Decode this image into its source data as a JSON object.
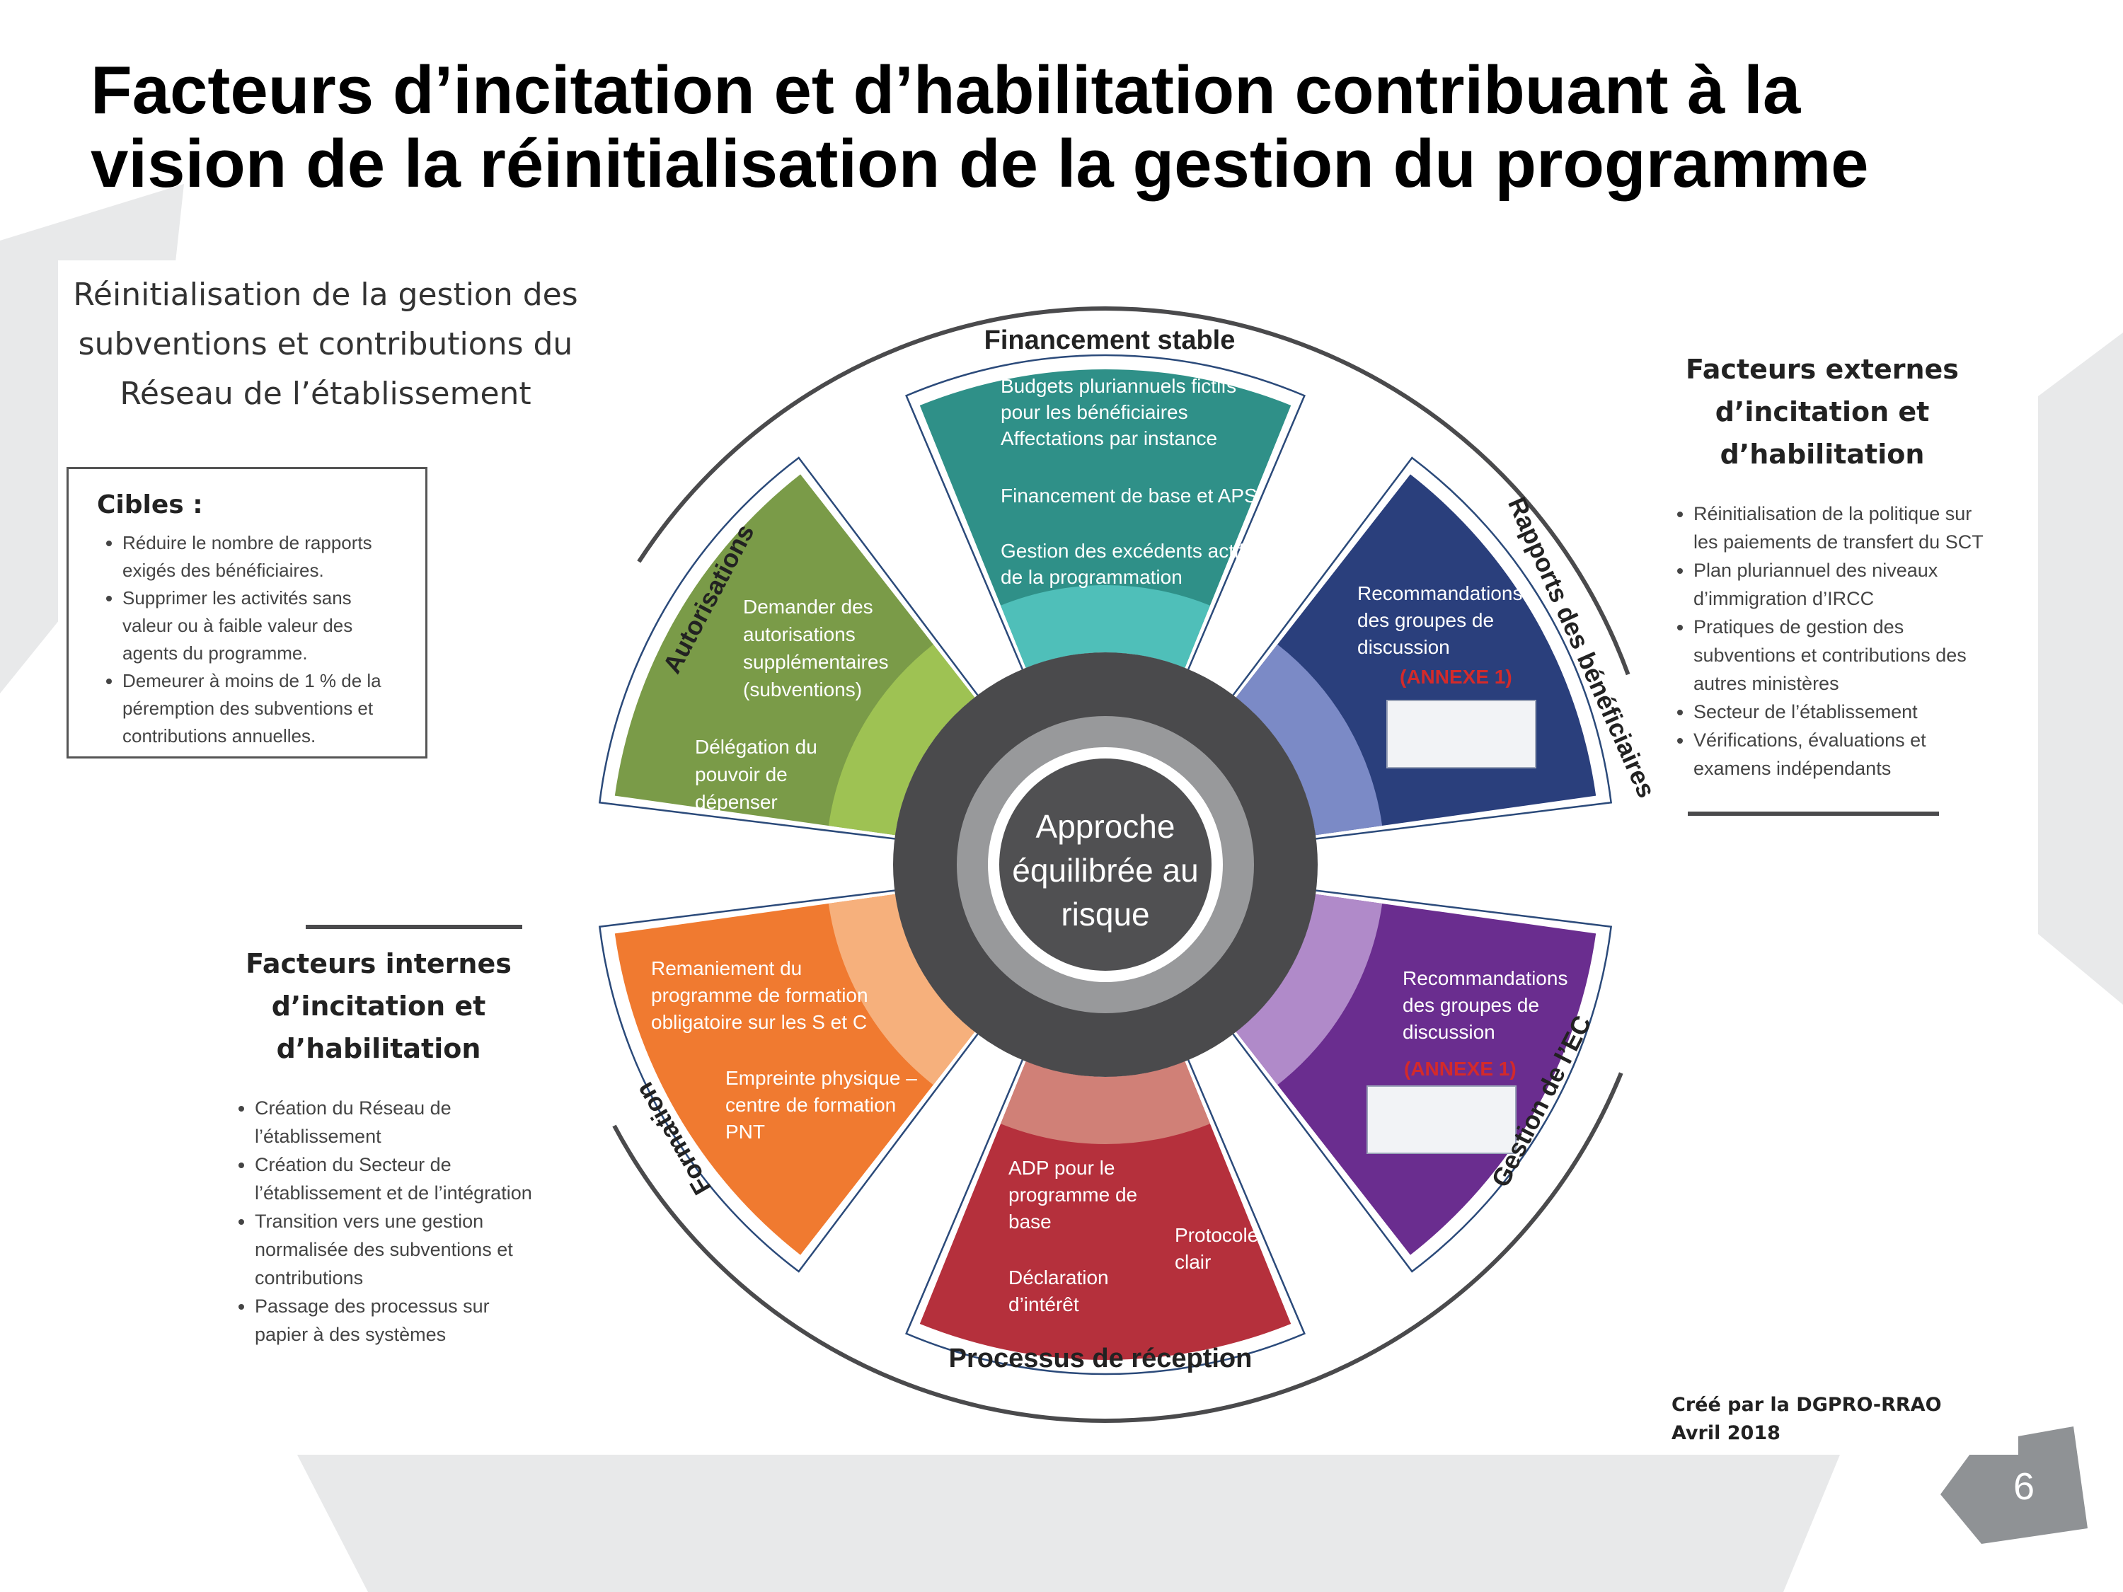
{
  "title": {
    "line1": "Facteurs d’incitation et d’habilitation contribuant à la",
    "line2": "vision de la réinitialisation de la gestion du programme"
  },
  "subtitle": {
    "line1": "Réinitialisation de la gestion des",
    "line2": "subventions et contributions du",
    "line3": "Réseau de l’établissement"
  },
  "targets": {
    "heading": "Cibles :",
    "items": [
      "Réduire le nombre de rapports exigés des bénéficiaires.",
      "Supprimer les activités sans valeur ou à faible valeur des agents du programme.",
      "Demeurer à moins de 1 % de la péremption des subventions et contributions annuelles."
    ]
  },
  "external_factors": {
    "heading_line1": "Facteurs externes",
    "heading_line2": "d’incitation et",
    "heading_line3": "d’habilitation",
    "items": [
      "Réinitialisation de la politique sur les paiements de transfert du SCT",
      "Plan pluriannuel des niveaux d’immigration d’IRCC",
      "Pratiques de gestion des subventions et contributions des autres ministères",
      "Secteur de l’établissement",
      "Vérifications, évaluations et examens indépendants"
    ]
  },
  "internal_factors": {
    "heading_line1": "Facteurs internes",
    "heading_line2": "d’incitation et",
    "heading_line3": "d’habilitation",
    "items": [
      "Création du Réseau de l’établissement",
      "Création du Secteur de l’établissement et de l’intégration",
      "Transition vers une gestion normalisée des subventions et contributions",
      "Passage des processus sur papier à des systèmes"
    ]
  },
  "wheel": {
    "center": {
      "line1": "Approche",
      "line2": "équilibrée au",
      "line3": "risque"
    },
    "segments": {
      "financement": {
        "label": "Financement stable",
        "color": "#2f9088",
        "color2": "#4fbfb9",
        "lines": [
          "Budgets pluriannuels fictifs",
          "pour les bénéficiaires",
          "Affectations par instance",
          "Financement de base et APS",
          "Gestion des excédents  actifs",
          "de la programmation"
        ]
      },
      "rapports": {
        "label": "Rapports des bénéficiaires",
        "color": "#2a3f7c",
        "color2": "#7b8ac6",
        "lines": [
          "Recommandations",
          "des groupes de",
          "discussion"
        ],
        "annex": "(ANNEXE 1)"
      },
      "gestion": {
        "label": "Gestion de l’EC",
        "color": "#6a2d8f",
        "color2": "#b08ac9",
        "lines": [
          "Recommandations",
          "des groupes de",
          "discussion"
        ],
        "annex": "(ANNEXE 1)"
      },
      "reception": {
        "label": "Processus de réception",
        "color": "#b5303c",
        "color2": "#d08077",
        "lines": [
          "ADP pour le",
          "programme de",
          "base",
          "Déclaration",
          "d’intérêt",
          "Protocole",
          "clair"
        ]
      },
      "formation": {
        "label": "Formation",
        "color": "#f07a30",
        "color2": "#f6b07c",
        "lines": [
          "Remaniement du",
          "programme de formation",
          "obligatoire sur les S et C",
          "Empreinte physique –",
          "centre de formation",
          "PNT"
        ]
      },
      "autorisations": {
        "label": "Autorisations",
        "color": "#7a9b48",
        "color2": "#9ec253",
        "lines": [
          "Demander des",
          "autorisations",
          "supplémentaires",
          "(subventions)",
          "Délégation du",
          "pouvoir de",
          "dépenser"
        ]
      }
    }
  },
  "credit": {
    "line1": "Créé par la DGPRO-RRAO",
    "line2": "Avril 2018"
  },
  "page_number": "6",
  "colors": {
    "ring_outer": "#4a4a4c",
    "ring_light": "#98999b",
    "ring_inner": "#505052",
    "annex_red": "#d42a2a",
    "deco_gray": "#e8e9ea",
    "page_badge": "#8f9295"
  }
}
